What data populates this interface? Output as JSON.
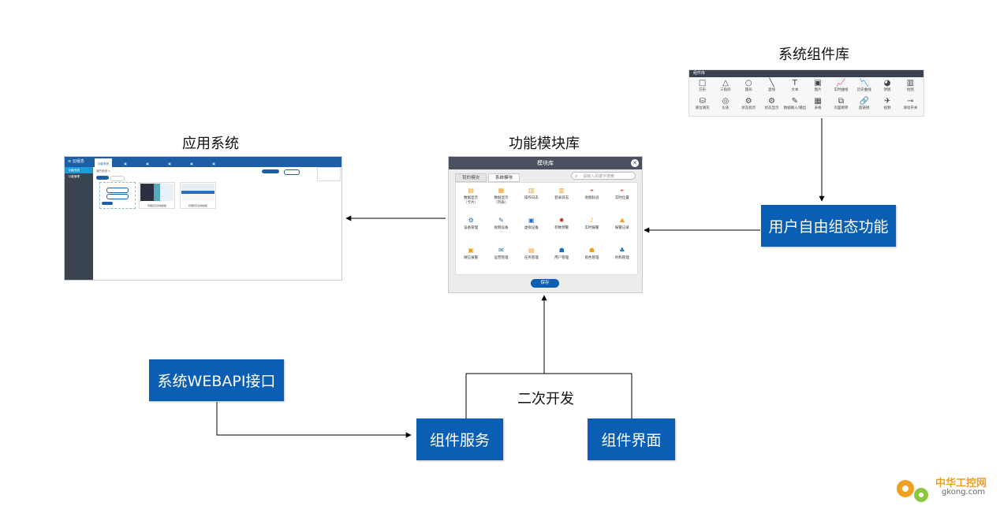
{
  "titles": {
    "component_library": "系统组件库",
    "application_system": "应用系统",
    "module_library": "功能模块库",
    "secondary_dev": "二次开发"
  },
  "boxes": {
    "user_compose": "用户自由组态功能",
    "webapi": "系统WEBAPI接口",
    "component_service": "组件服务",
    "component_ui": "组件界面"
  },
  "component_library": {
    "header": "组件库",
    "items": [
      {
        "icon": "□",
        "label": "方形"
      },
      {
        "icon": "△",
        "label": "三角形"
      },
      {
        "icon": "○",
        "label": "圆形"
      },
      {
        "icon": "╲",
        "label": "直线"
      },
      {
        "icon": "T",
        "label": "文本"
      },
      {
        "icon": "▣",
        "label": "图片"
      },
      {
        "icon": "📈",
        "label": "实时曲线"
      },
      {
        "icon": "📉",
        "label": "历史曲线"
      },
      {
        "icon": "◕",
        "label": "饼图"
      },
      {
        "icon": "▥",
        "label": "柱图"
      },
      {
        "icon": "⛁",
        "label": "液位填充"
      },
      {
        "icon": "◎",
        "label": "仪表"
      },
      {
        "icon": "⚙",
        "label": "状态指示"
      },
      {
        "icon": "⚙",
        "label": "状态显示"
      },
      {
        "icon": "✎",
        "label": "数据输入/输出"
      },
      {
        "icon": "▦",
        "label": "表格"
      },
      {
        "icon": "⧉",
        "label": "页面跳转"
      },
      {
        "icon": "🔗",
        "label": "超链接"
      },
      {
        "icon": "✈",
        "label": "视频"
      },
      {
        "icon": "⊸",
        "label": "滑动开关"
      }
    ]
  },
  "application_system": {
    "logo": "≡ 云组态",
    "tabs": [
      "功能系统",
      "",
      "",
      "",
      "",
      "",
      ""
    ],
    "side_items": [
      "功能系统",
      "功能管理"
    ],
    "breadcrumb": "我的系统 >",
    "cards": [
      "",
      "管理员及系统模板",
      "管理员及系统模板"
    ]
  },
  "module_library": {
    "header": "模块库",
    "close": "✕",
    "tabs": [
      "我的模块",
      "系统模块"
    ],
    "active_tab": 1,
    "search_placeholder": "请输入关键字搜索",
    "save": "保存",
    "items": [
      {
        "icon": "▤",
        "color": "#f0a020",
        "label": "数据显示\n（卡片）"
      },
      {
        "icon": "▦",
        "color": "#f0a020",
        "label": "数据显示\n（列表）"
      },
      {
        "icon": "▥",
        "color": "#f0a020",
        "label": "操作日志"
      },
      {
        "icon": "▥",
        "color": "#f0a020",
        "label": "登录日志"
      },
      {
        "icon": "⌖",
        "color": "#d03020",
        "label": "地图轨迹"
      },
      {
        "icon": "⌖",
        "color": "#d03020",
        "label": "实时位置"
      },
      {
        "icon": "⚙",
        "color": "#1a6fc0",
        "label": "设备管理"
      },
      {
        "icon": "✎",
        "color": "#1a6fc0",
        "label": "视频设备"
      },
      {
        "icon": "▣",
        "color": "#1a6fc0",
        "label": "虚拟设备"
      },
      {
        "icon": "✹",
        "color": "#d03020",
        "label": "参数预警"
      },
      {
        "icon": "♪",
        "color": "#f0a020",
        "label": "实时报警"
      },
      {
        "icon": "⛰",
        "color": "#f0a020",
        "label": "报警记录"
      },
      {
        "icon": "▣",
        "color": "#f0a020",
        "label": "微信报警"
      },
      {
        "icon": "✉",
        "color": "#1a6fc0",
        "label": "运营管理"
      },
      {
        "icon": "▤",
        "color": "#f0a020",
        "label": "任务管理"
      },
      {
        "icon": "☗",
        "color": "#1a6fc0",
        "label": "用户管理"
      },
      {
        "icon": "☗",
        "color": "#f0a020",
        "label": "角色管理"
      },
      {
        "icon": "♣",
        "color": "#1a6fc0",
        "label": "机构管理"
      }
    ]
  },
  "watermark": {
    "cn": "中华工控网",
    "url": "gkong.com"
  }
}
